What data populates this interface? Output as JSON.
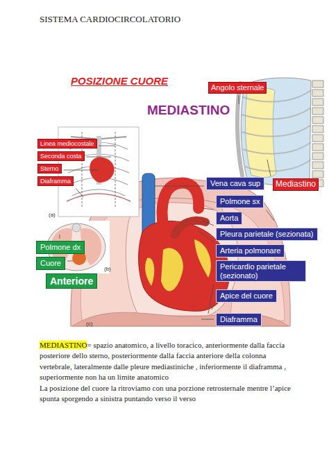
{
  "diagram": {
    "title": "SISTEMA CARDIOCIRCOLATORIO",
    "nodes": [
      {
        "text": [
          "Angolo sternale"
        ]
      },
      {
        "text": [
          "Linea mediocostale"
        ]
      },
      {
        "text": [
          "Seconda costa"
        ]
      },
      {
        "text": [
          "Sterno"
        ]
      },
      {
        "text": [
          "Diaframma"
        ]
      },
      {
        "text": [
          "Vena cava sup"
        ]
      },
      {
        "text": [
          "Mediastino"
        ]
      },
      {
        "text": [
          "Polmone sx"
        ]
      },
      {
        "text": [
          "Aorta"
        ]
      },
      {
        "text": [
          "Pleura parietale (sezionata)"
        ]
      },
      {
        "text": [
          "Polmone dx"
        ]
      },
      {
        "text": [
          "Arteria polmonare"
        ]
      },
      {
        "text": [
          "Cuore"
        ]
      },
      {
        "text": [
          "Pericardio parietale (sezionato)"
        ]
      },
      {
        "text": [
          "Anteriore"
        ]
      },
      {
        "text": [
          "Apice del cuore"
        ]
      },
      {
        "text": [
          "Diaframma"
        ]
      }
    ],
    "labels": [
      "POSIZIONE CUORE",
      "MEDIASTINO",
      "(a)",
      "(b)",
      "(c)",
      "MEDIASTINO",
      "= spazio anatomico, a livello toracico, anteriormente dalla faccia posteriore dello sterno, posteriormente dalla faccia anteriore della colonna vertebrale, lateralmente dalle pleure mediastiniche , inferiormente il diaframma , superiormente non ha un limite anatomico",
      "La posizione del cuore la ritroviamo con una porzione retrosternale mentre l’apice spunta sporgendo a sinistra puntando verso il verso"
    ]
  }
}
